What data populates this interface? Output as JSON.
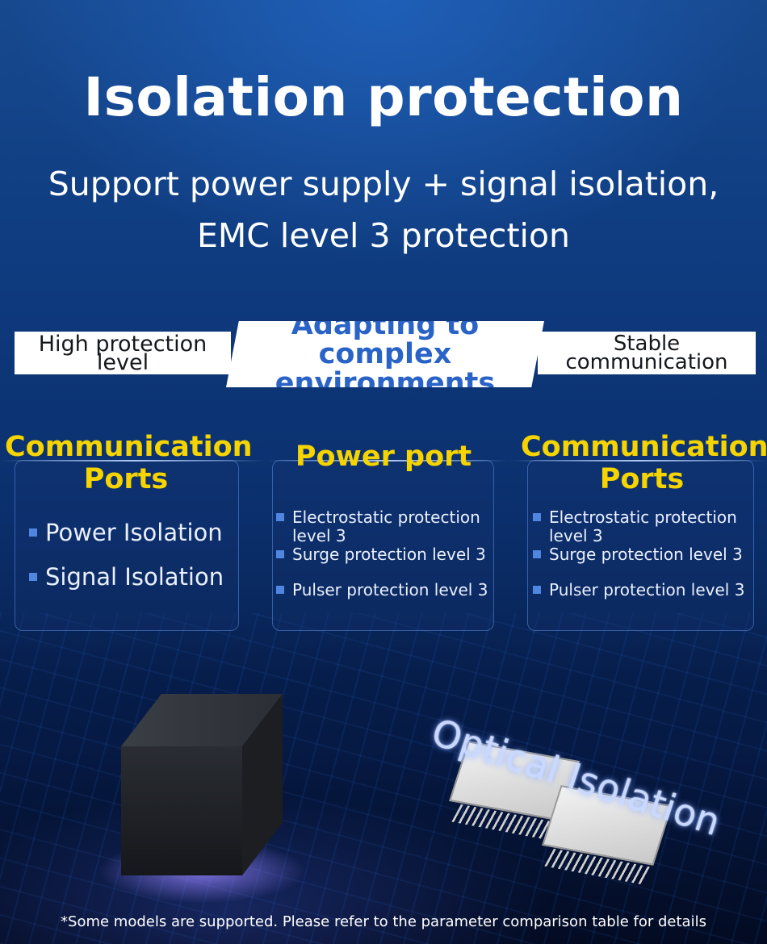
{
  "title": "Isolation protection",
  "subtitle": {
    "line1": "Support power supply + signal isolation,",
    "line2": "EMC level 3 protection"
  },
  "banners": {
    "left": {
      "line1": "High protection",
      "line2": "level"
    },
    "middle": {
      "line1": "Adapting to complex",
      "line2": "environments"
    },
    "right": {
      "line1": "Stable",
      "line2": "communication"
    }
  },
  "cards": [
    {
      "heading_line1": "Communication",
      "heading_line2": "Ports",
      "items": [
        "Power Isolation",
        "Signal Isolation"
      ]
    },
    {
      "heading": "Power port",
      "items": [
        "Electrostatic protection level 3",
        "Surge protection level 3",
        "Pulser protection level 3"
      ]
    },
    {
      "heading_line1": "Communication",
      "heading_line2": "Ports",
      "items": [
        "Electrostatic protection level 3",
        "Surge protection level 3",
        "Pulser protection level 3"
      ]
    }
  ],
  "image_caption": "Optical Isolation",
  "footnote": "*Some models are supported. Please refer to the parameter comparison table for details",
  "colors": {
    "heading": "#f5d400",
    "accent_blue": "#2a63c7",
    "bullet": "#4f86e0",
    "background": "#0e3a7e"
  }
}
